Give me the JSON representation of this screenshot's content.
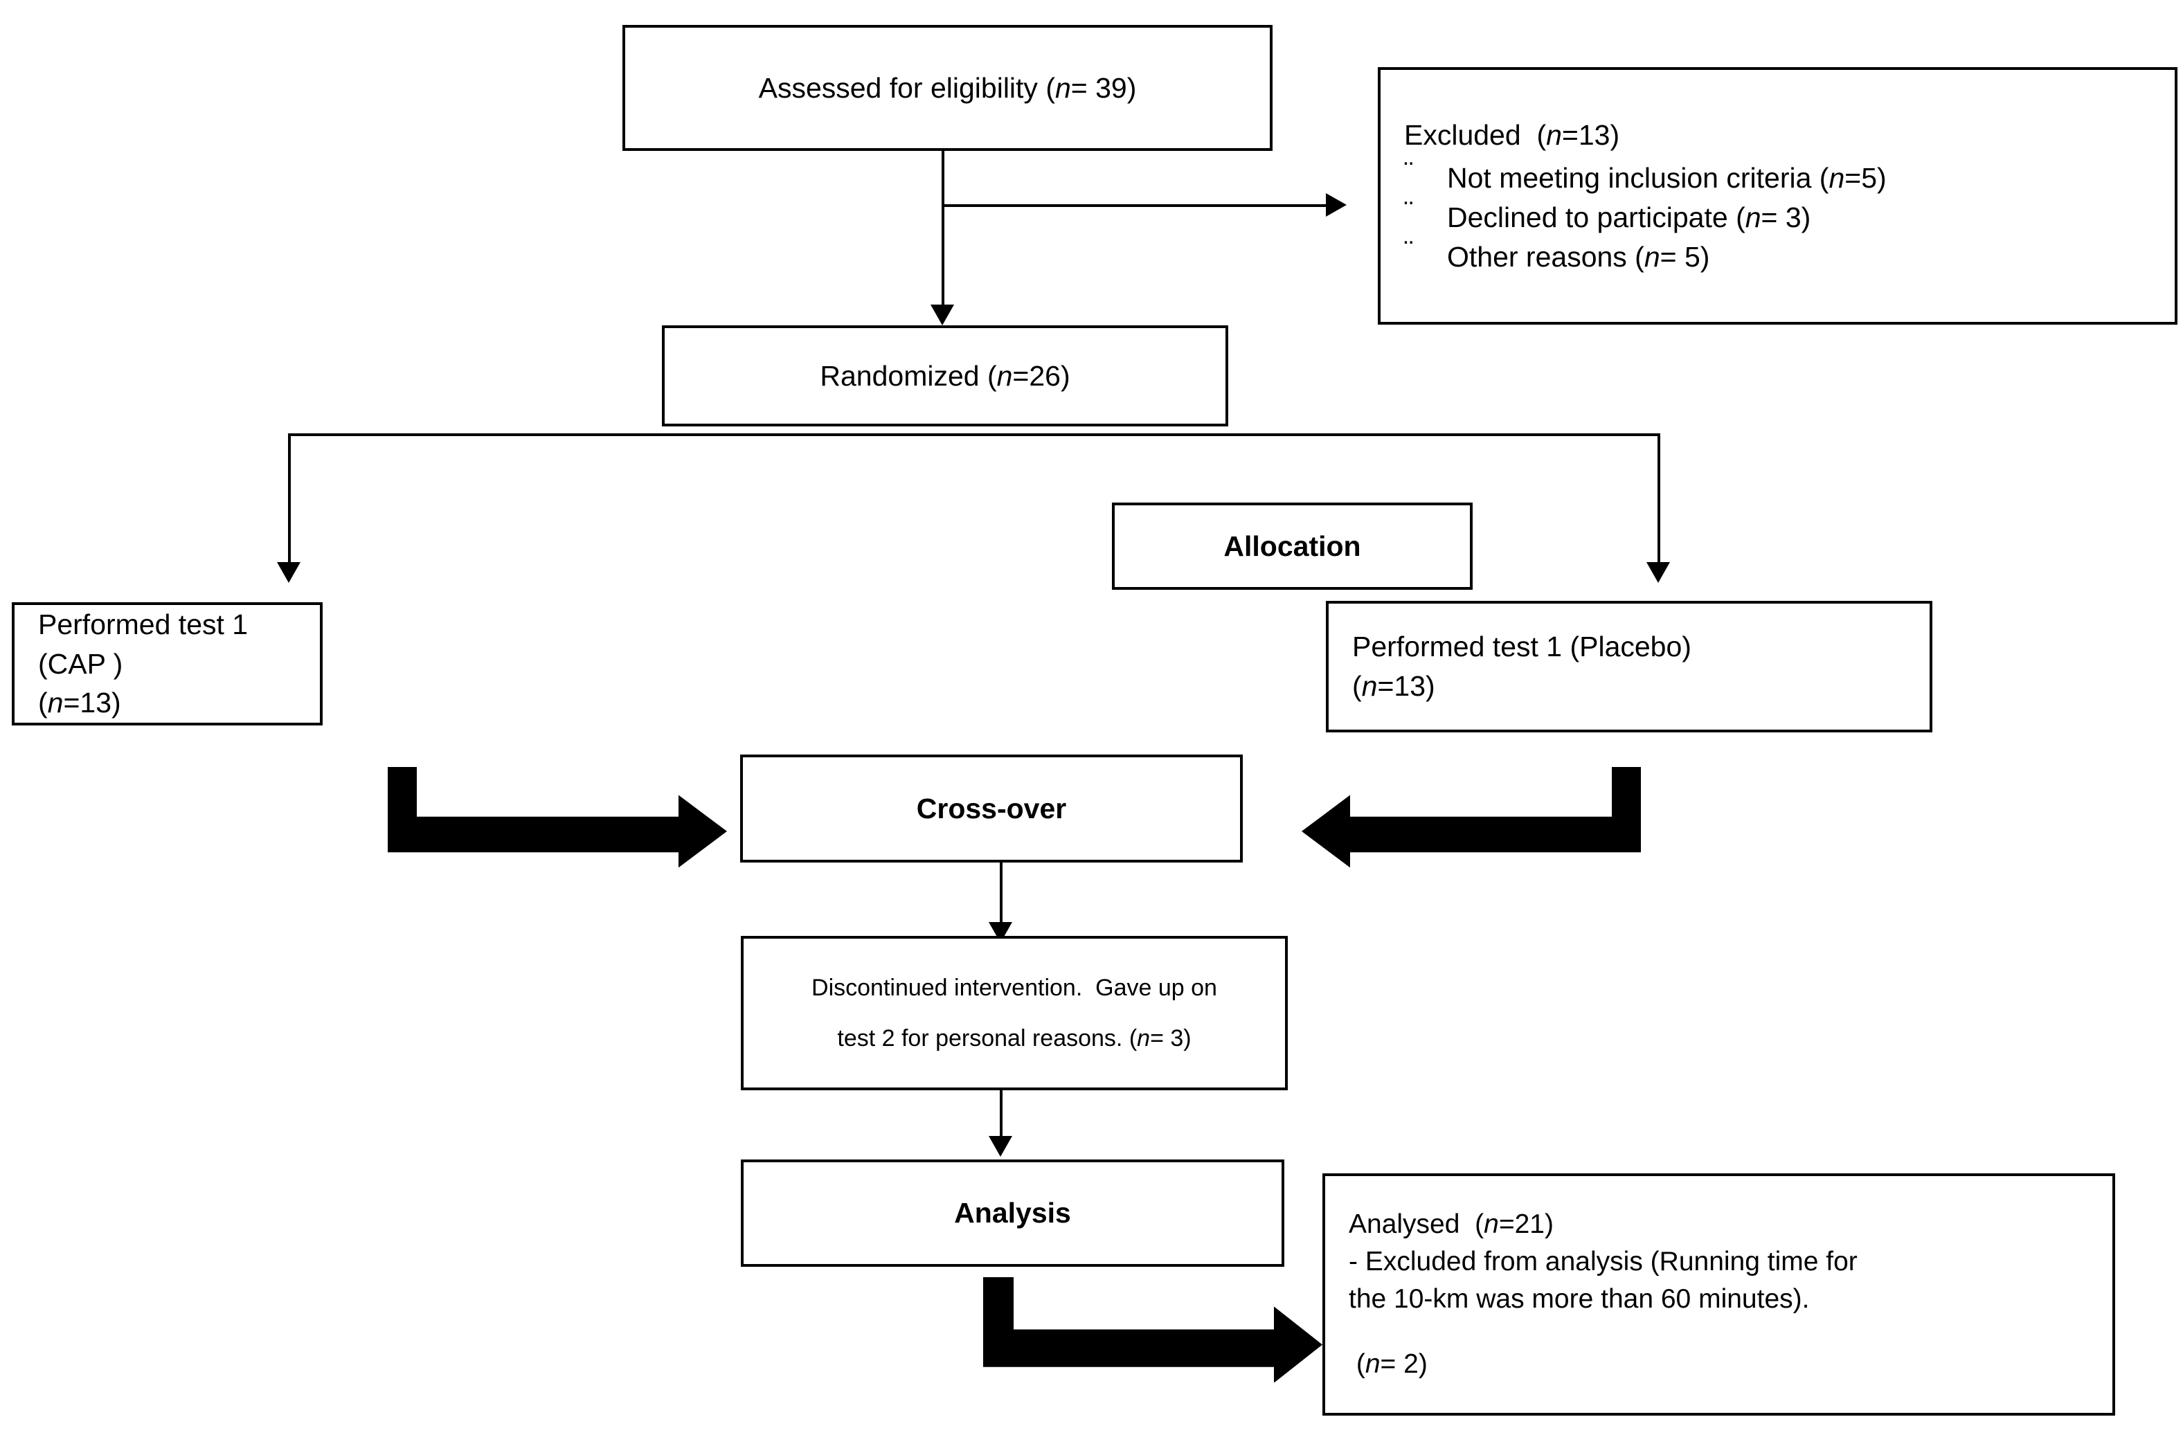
{
  "diagram": {
    "title": "CONSORT participant flow diagram",
    "stroke_color": "#000000",
    "background_color": "#ffffff"
  },
  "nodes": {
    "assessed": {
      "label": "Assessed for eligibility (",
      "italic_n": "n",
      "label_tail": "= 39)",
      "full_text": "Assessed for eligibility (n= 39)"
    },
    "excluded": {
      "heading_pre": "Excluded  (",
      "heading_n": "n",
      "heading_post": "=13)",
      "bullet_glyph": "¨",
      "items": [
        {
          "pre": "Not meeting inclusion criteria (",
          "n": "n",
          "post": "=5)"
        },
        {
          "pre": "Declined to participate (",
          "n": "n",
          "post": "= 3)"
        },
        {
          "pre": "Other reasons (",
          "n": "n",
          "post": "= 5)"
        }
      ]
    },
    "randomized": {
      "pre": "Randomized (",
      "n": "n",
      "post": "=26)",
      "full_text": "Randomized (n=26)"
    },
    "allocation": {
      "label": "Allocation"
    },
    "arm_left": {
      "line1": "Performed test 1 (CAP )",
      "line2_pre": "(",
      "line2_n": "n",
      "line2_post": "=13)"
    },
    "arm_right": {
      "line1": "Performed test 1 (Placebo)",
      "line2_pre": "(",
      "line2_n": "n",
      "line2_post": "=13)"
    },
    "crossover": {
      "label": "Cross-over"
    },
    "discontinued": {
      "line1": "Discontinued intervention.  Gave up on",
      "line2_pre": "test 2 for personal reasons. (",
      "line2_n": "n",
      "line2_post": "= 3)"
    },
    "analysis": {
      "label": "Analysis"
    },
    "analysed": {
      "line1_pre": "Analysed  (",
      "line1_n": "n",
      "line1_post": "=21)",
      "line2": "- Excluded from analysis (Running time for",
      "line3": "the 10-km was more than 60 minutes).",
      "line4_pre": " (",
      "line4_n": "n",
      "line4_post": "= 2)"
    }
  },
  "edges": {
    "assessed_to_randomized": "vertical arrow",
    "assessed_to_excluded": "horizontal arrow right",
    "randomized_split_left": "vertical arrow to left arm",
    "randomized_split_right": "vertical arrow to right arm",
    "left_arm_to_crossover": "thick block arrow right",
    "right_arm_to_crossover": "thick block arrow left",
    "crossover_to_discontinued": "vertical arrow",
    "discontinued_to_analysis": "vertical arrow",
    "analysis_to_analysed": "thick block arrow right"
  }
}
